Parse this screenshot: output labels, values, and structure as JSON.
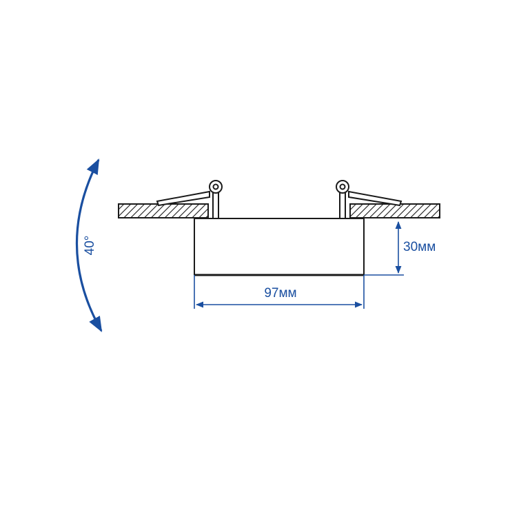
{
  "dimensions": {
    "width_label": "97мм",
    "height_label": "30мм",
    "tilt_label": "40°"
  },
  "colors": {
    "outline": "#1a1a1a",
    "dimension": "#1a4fa0",
    "background": "#ffffff"
  },
  "icons": {
    "tilt_arrow": "double-headed-arc-arrow",
    "spring_clip": "spring-clip"
  }
}
